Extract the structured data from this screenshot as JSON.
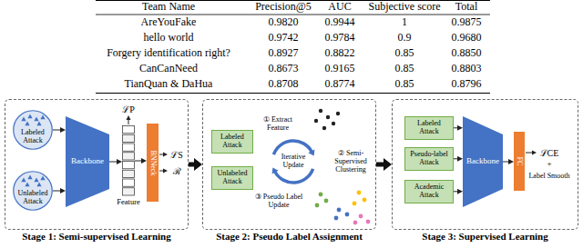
{
  "diagram": {
    "nodes": [
      {
        "text": [
          "Stage 1: Semi-supervised Learning"
        ]
      },
      {
        "text": [
          "Labeled Attack"
        ],
        "in": 0
      },
      {
        "text": [
          "Unlabeled Attack"
        ],
        "in": 0
      },
      {
        "text": [
          "Backbone"
        ],
        "in": 0
      },
      {
        "text": [
          "Feature"
        ],
        "in": 0
      },
      {
        "text": [
          "BNNeck"
        ],
        "in": 0
      },
      {
        "text": [
          "Stage 2: Pseudo Label Assignment"
        ]
      },
      {
        "text": [
          "Labeled Attack"
        ],
        "in": 6
      },
      {
        "text": [
          "Unlabeled Attack"
        ],
        "in": 6
      },
      {
        "text": [
          "Iterative Update"
        ],
        "in": 6
      },
      {
        "text": [
          "Stage 3: Supervised Learning"
        ]
      },
      {
        "text": [
          "Labeled Attack"
        ],
        "in": 10
      },
      {
        "text": [
          "Pseudo-label Attack"
        ],
        "in": 10
      },
      {
        "text": [
          "Academic Attack"
        ],
        "in": 10
      },
      {
        "text": [
          "Backbone"
        ],
        "in": 10
      },
      {
        "text": [
          "FC"
        ],
        "in": 10
      }
    ],
    "edges": [
      {
        "from": 0,
        "to": 6,
        "arrow": "to"
      },
      {
        "from": 6,
        "to": 10,
        "arrow": "to"
      },
      {
        "from": 1,
        "to": 3,
        "arrow": "to"
      },
      {
        "from": 2,
        "to": 3,
        "arrow": "to"
      },
      {
        "from": 3,
        "to": 4,
        "arrow": "to"
      },
      {
        "from": 4,
        "to": 5,
        "arrow": "to"
      },
      {
        "from": 11,
        "to": 14,
        "arrow": "to"
      },
      {
        "from": 12,
        "to": 14,
        "arrow": "to"
      },
      {
        "from": 13,
        "to": 14,
        "arrow": "to"
      },
      {
        "from": 14,
        "to": 15,
        "arrow": "to"
      }
    ],
    "labels": [
      "Team Name",
      "Precision@5",
      "AUC",
      "Subjective score",
      "Total",
      "AreYouFake",
      "0.9820",
      "0.9944",
      "1",
      "0.9875",
      "hello world",
      "0.9742",
      "0.9784",
      "0.9",
      "0.9680",
      "Forgery identification right?",
      "0.8927",
      "0.8822",
      "0.85",
      "0.8850",
      "CanCanNeed",
      "0.8673",
      "0.9165",
      "0.85",
      "0.8803",
      "TianQuan & DaHua",
      "0.8708",
      "0.8774",
      "0.85",
      "0.8796",
      "ℒP",
      "ℒS",
      "ℛ",
      "① Extract Feature",
      "② Semi-Supervised Clustering",
      "③ Pseudo Label Update",
      "ℒCE",
      "+",
      "Label Smooth"
    ]
  }
}
